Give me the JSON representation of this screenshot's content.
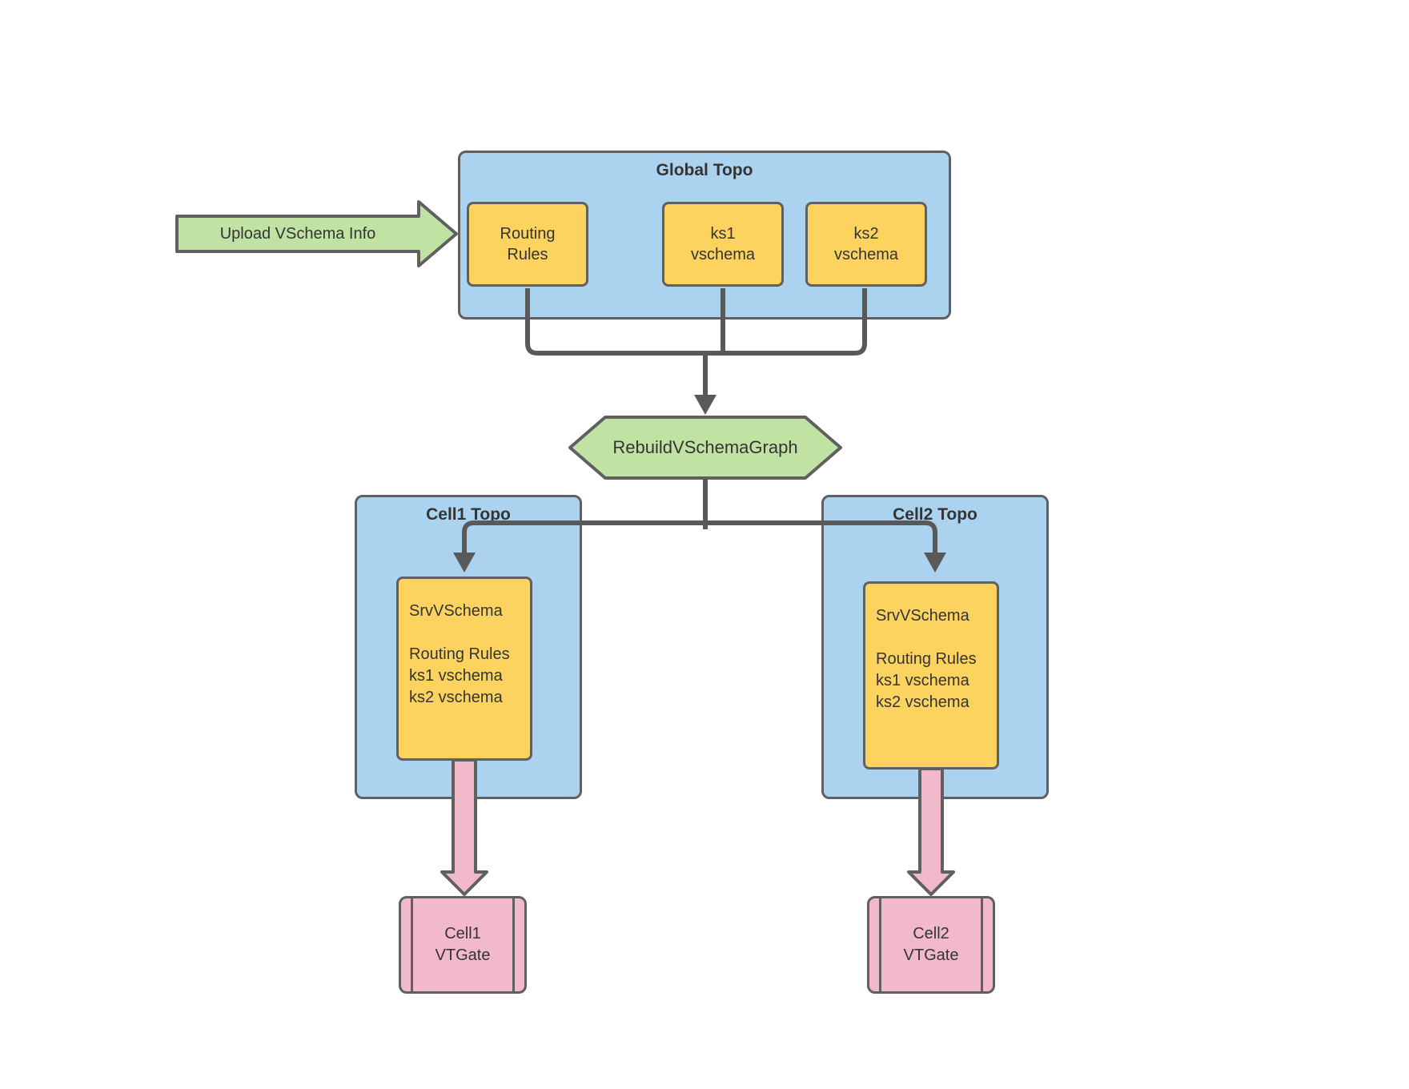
{
  "upload_arrow": {
    "label": "Upload VSchema Info"
  },
  "global_topo": {
    "title": "Global Topo",
    "nodes": [
      {
        "label": "Routing\nRules"
      },
      {
        "label": "ks1\nvschema"
      },
      {
        "label": "ks2\nvschema"
      }
    ]
  },
  "rebuild_step": {
    "label": "RebuildVSchemaGraph"
  },
  "cells": [
    {
      "title": "Cell1 Topo",
      "srv_vschema": {
        "label": "SrvVSchema\n\nRouting Rules\nks1 vschema\nks2 vschema"
      },
      "vtgate": {
        "label": "Cell1\nVTGate"
      }
    },
    {
      "title": "Cell2 Topo",
      "srv_vschema": {
        "label": "SrvVSchema\n\nRouting Rules\nks1 vschema\nks2 vschema"
      },
      "vtgate": {
        "label": "Cell2\nVTGate"
      }
    }
  ],
  "colors": {
    "container_blue": "#ABD3EF",
    "node_yellow": "#FCD35F",
    "action_green": "#C0E3A4",
    "gate_pink": "#F2B9CA",
    "connector_gray": "#595959",
    "border_gray": "#606060",
    "text_color": "#343434"
  }
}
